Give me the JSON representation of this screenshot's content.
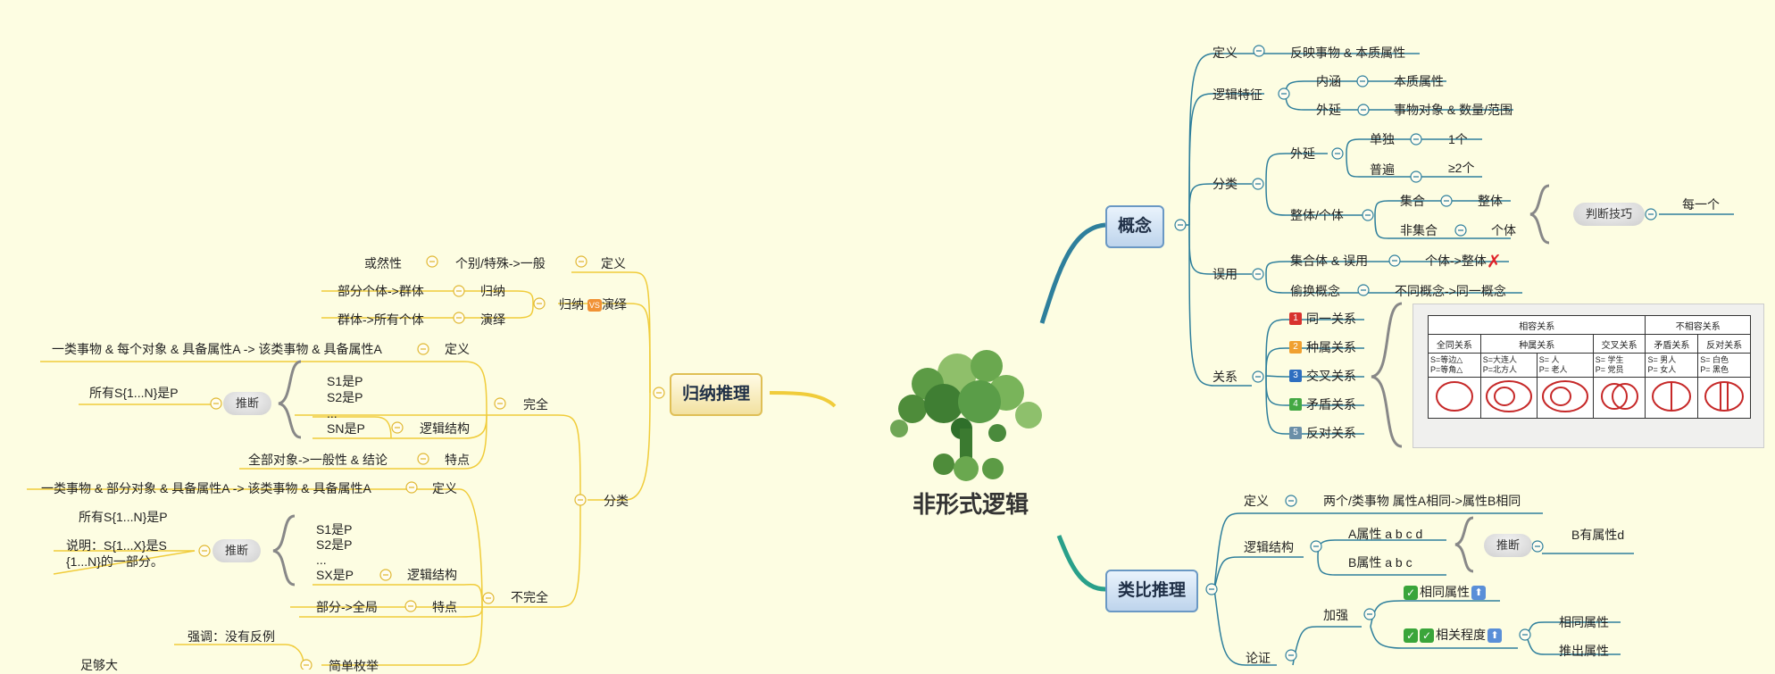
{
  "center": {
    "title": "非形式逻辑"
  },
  "concept": {
    "title": "概念",
    "definition": {
      "label": "定义",
      "value": "反映事物 & 本质属性"
    },
    "logic_features": {
      "label": "逻辑特征",
      "intension": {
        "label": "内涵",
        "value": "本质属性"
      },
      "extension": {
        "label": "外延",
        "value": "事物对象 & 数量/范围"
      }
    },
    "classification": {
      "label": "分类",
      "extension": {
        "label": "外延",
        "single": "单独",
        "single_value": "1个",
        "general": "普遍",
        "general_value": "≥2个"
      },
      "whole_individual": {
        "label": "整体/个体",
        "set": "集合",
        "set_value": "整体",
        "nonset": "非集合",
        "nonset_value": "个体"
      },
      "tip": "判断技巧",
      "tip_value": "每一个"
    },
    "misuse": {
      "label": "误用",
      "item1": "集合体 & 误用",
      "item1_value": "个体->整体",
      "item2": "偷换概念",
      "item2_value": "不同概念->同一概念"
    },
    "relations": {
      "label": "关系",
      "items": [
        {
          "num": "1",
          "label": "同一关系",
          "color": "#d8322e"
        },
        {
          "num": "2",
          "label": "种属关系",
          "color": "#f0a030"
        },
        {
          "num": "3",
          "label": "交叉关系",
          "color": "#2f6fc0"
        },
        {
          "num": "4",
          "label": "矛盾关系",
          "color": "#44a844"
        },
        {
          "num": "5",
          "label": "反对关系",
          "color": "#6b8fa8"
        }
      ],
      "table": {
        "compat": "相容关系",
        "incompat": "不相容关系",
        "cols": [
          "全同关系",
          "种属关系",
          "交叉关系",
          "矛盾关系",
          "反对关系"
        ],
        "examples": [
          "S=等边△\nP=等角△",
          "S=大连人\nP=北方人",
          "S= 人\nP= 老人",
          "S= 学生\nP= 党员",
          "S= 男人\nP= 女人",
          "S= 白色\nP= 黑色"
        ]
      }
    }
  },
  "analogy": {
    "title": "类比推理",
    "definition": {
      "label": "定义",
      "value": "两个/类事物  属性A相同->属性B相同"
    },
    "structure": {
      "label": "逻辑结构",
      "a": "A属性 a b c d",
      "b": "B属性 a b c",
      "infer": "推断",
      "result": "B有属性d"
    },
    "argument": {
      "label": "论证",
      "strengthen": "加强",
      "same_attr": "相同属性",
      "relevance": "相关程度",
      "same": "相同属性",
      "derived": "推出属性"
    }
  },
  "induction": {
    "title": "归纳推理",
    "def_group": {
      "a": "或然性",
      "b": "个别/特殊->一般",
      "label": "定义"
    },
    "ind_ded": {
      "label_a": "归纳",
      "vs": "VS",
      "label_b": "演绎",
      "r1": "部分个体->群体",
      "r1_v": "归纳",
      "r2": "群体->所有个体",
      "r2_v": "演绎"
    },
    "classify": "分类",
    "complete": {
      "label": "完全",
      "def": "一类事物 & 每个对象 & 具备属性A -> 该类事物 & 具备属性A",
      "def_label": "定义",
      "infer_src": "所有S{1...N}是P",
      "infer": "推断",
      "lines": [
        "S1是P",
        "S2是P",
        "...",
        "SN是P"
      ],
      "structure": "逻辑结构",
      "feature": "全部对象->一般性 & 结论",
      "feature_label": "特点"
    },
    "incomplete": {
      "label": "不完全",
      "def": "一类事物 & 部分对象 & 具备属性A -> 该类事物 & 具备属性A",
      "def_label": "定义",
      "infer_src": "所有S{1...N}是P",
      "infer_note1": "说明：S{1...X}是S",
      "infer_note2": "{1...N}的一部分。",
      "infer": "推断",
      "lines": [
        "S1是P",
        "S2是P",
        "...",
        "SX是P"
      ],
      "structure": "逻辑结构",
      "feature": "部分->全局",
      "feature_label": "特点",
      "emphasis": "强调：没有反例",
      "simple": "简单枚举",
      "enough": "足够大"
    }
  },
  "colors": {
    "blue": "#2e7f9c",
    "yellow": "#f0cc3a",
    "teal": "#29a08a"
  }
}
